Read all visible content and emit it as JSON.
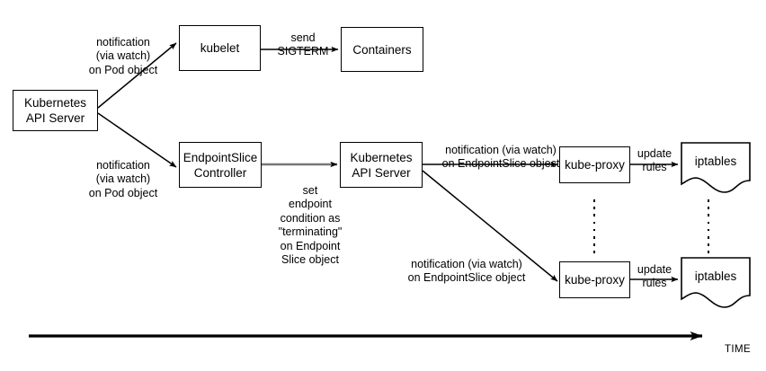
{
  "diagram": {
    "title": "Kubernetes pod termination flow",
    "background_color": "#ffffff",
    "stroke_color": "#000000",
    "gray_stroke_color": "#767676",
    "nodes": [
      {
        "id": "api-server-left",
        "label": "Kubernetes\nAPI Server",
        "shape": "rectangle"
      },
      {
        "id": "kubelet",
        "label": "kubelet",
        "shape": "rectangle"
      },
      {
        "id": "containers",
        "label": "Containers",
        "shape": "rectangle"
      },
      {
        "id": "endpointslice-controller",
        "label": "EndpointSlice\nController",
        "shape": "rectangle"
      },
      {
        "id": "api-server-right",
        "label": "Kubernetes\nAPI Server",
        "shape": "rectangle"
      },
      {
        "id": "kube-proxy-top",
        "label": "kube-proxy",
        "shape": "rectangle"
      },
      {
        "id": "kube-proxy-bottom",
        "label": "kube-proxy",
        "shape": "rectangle"
      },
      {
        "id": "iptables-top",
        "label": "iptables",
        "shape": "document"
      },
      {
        "id": "iptables-bottom",
        "label": "iptables",
        "shape": "document"
      }
    ],
    "edge_labels": [
      {
        "id": "notify-kubelet",
        "text": "notification\n(via watch)\non Pod object"
      },
      {
        "id": "send-sigterm",
        "text": "send\nSIGTERM"
      },
      {
        "id": "notify-endpointslice-controller",
        "text": "notification\n(via watch)\non Pod object"
      },
      {
        "id": "set-endpoint-condition",
        "text": "set\nendpoint\ncondition as\n\"terminating\"\non Endpoint\nSlice object"
      },
      {
        "id": "notify-kube-proxy-top",
        "text": "notification (via watch)\non EndpointSlice object"
      },
      {
        "id": "notify-kube-proxy-bottom",
        "text": "notification (via watch)\non EndpointSlice object"
      },
      {
        "id": "update-rules-top",
        "text": "update\nrules"
      },
      {
        "id": "update-rules-bottom",
        "text": "update\nrules"
      }
    ],
    "timeline": {
      "label": "TIME"
    },
    "ellipses": [
      {
        "id": "ellipsis-kube-proxy",
        "dots": 8
      },
      {
        "id": "ellipsis-iptables",
        "dots": 8
      }
    ]
  }
}
